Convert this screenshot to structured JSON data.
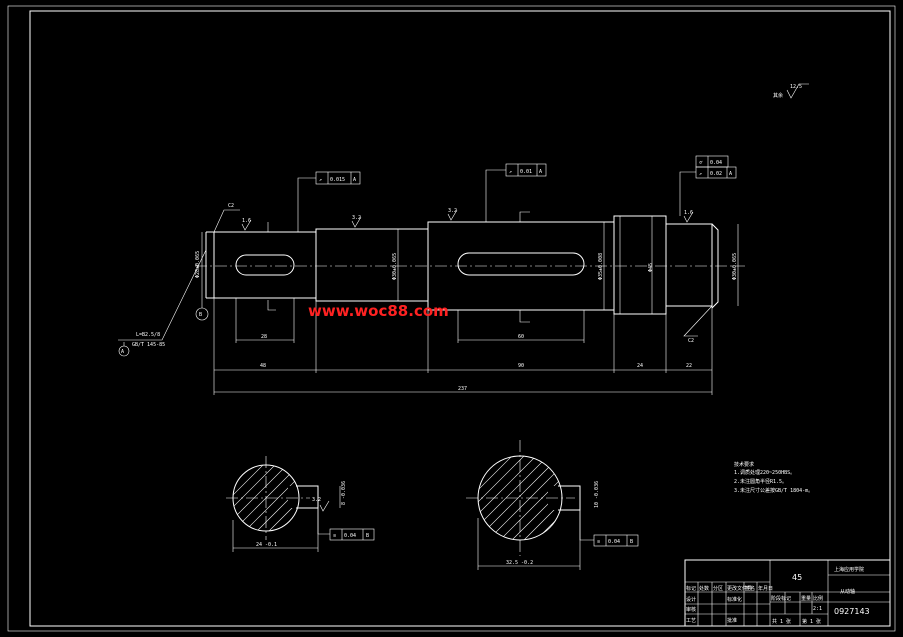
{
  "watermark": "www.woc88.com",
  "surface_finish_note": {
    "prefix": "其余",
    "value": "12.5"
  },
  "tolerance_frames": {
    "left": {
      "symbol": "↗",
      "value": "0.015",
      "datum": "A"
    },
    "middle": {
      "symbol": "↗",
      "value": "0.01",
      "datum": "A"
    },
    "right_top": {
      "symbol": "⌭",
      "value": "0.04"
    },
    "right_bottom": {
      "symbol": "↗",
      "value": "0.02",
      "datum": "A"
    },
    "section_left": {
      "symbol": "≡",
      "value": "0.04",
      "datum": "B"
    },
    "section_right": {
      "symbol": "≡",
      "value": "0.04",
      "datum": "B"
    }
  },
  "chamfers": {
    "left": "C2",
    "right": "C2"
  },
  "datum_labels": {
    "a": "A",
    "b": "B"
  },
  "center_hole_note": {
    "line1": "L=B2.5/8",
    "line2": "GB/T 145-85"
  },
  "roughness": {
    "r1": "1.6",
    "r2": "3.2",
    "r3": "3.2",
    "r4": "1.6",
    "r5": "3.2"
  },
  "diameters": {
    "d1": "Φ28±0.065",
    "d2": "Φ30±0.065",
    "d3": "Φ35±0.008",
    "d4": "Φ45",
    "d5": "Φ30±0.065"
  },
  "dimensions": {
    "keyway_left": "28",
    "keyway_mid": "60",
    "len_48": "48",
    "len_90": "90",
    "len_24": "24",
    "len_22": "22",
    "total": "237",
    "sec_left_width": "8 -0.036",
    "sec_left_depth": "24 -0.1",
    "sec_right_width": "10 -0.036",
    "sec_right_depth": "32.5 -0.2"
  },
  "tech_requirements": {
    "title": "技术要求",
    "items": [
      "1.调质处理220~250HBS。",
      "2.未注圆角半径R1.5。",
      "3.未注尺寸公差按GB/T 1804-m。"
    ]
  },
  "title_block": {
    "material": "45",
    "school": "上海应用学院",
    "part_name": "从动轴",
    "drawing_no": "0927143",
    "scale_value": "2:1",
    "row_labels": [
      "标记",
      "处数",
      "分区",
      "更改文件号",
      "签名",
      "年月日"
    ],
    "labels": [
      "设计",
      "标准化",
      "阶段标记",
      "重量",
      "比例",
      "审核",
      "工艺",
      "批准"
    ],
    "sheet_label": "共 1 张",
    "sheet_no": "第 1 张"
  }
}
